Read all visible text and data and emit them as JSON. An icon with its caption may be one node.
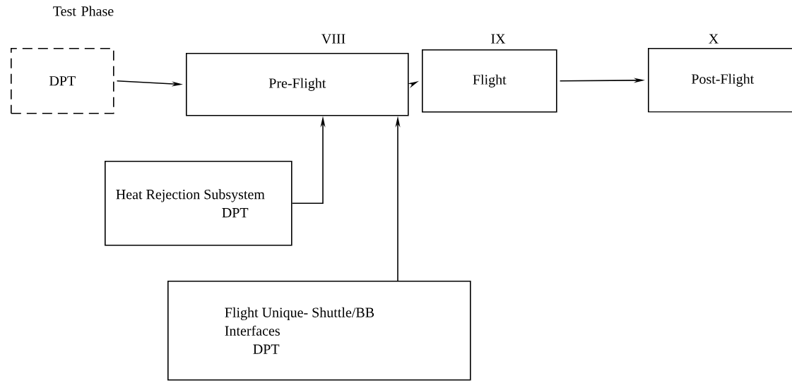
{
  "diagram": {
    "nodes": [
      {
        "text": [
          "DPT"
        ]
      },
      {
        "text": [
          "Pre-Flight"
        ]
      },
      {
        "text": [
          "Flight"
        ]
      },
      {
        "text": [
          "Post-Flight"
        ]
      },
      {
        "text": [
          "Heat Rejection Subsystem",
          "DPT"
        ]
      },
      {
        "text": [
          "Flight Unique- Shuttle/BB Interfaces",
          "DPT"
        ]
      }
    ],
    "edges": [
      {
        "from": 0,
        "to": 1,
        "arrow": "to"
      },
      {
        "from": 1,
        "to": 2,
        "arrow": "to"
      },
      {
        "from": 2,
        "to": 3,
        "arrow": "to"
      },
      {
        "from": 4,
        "to": 1,
        "arrow": "to"
      },
      {
        "from": 5,
        "to": 1,
        "arrow": "to"
      }
    ],
    "labels": [
      "Test Phase",
      "VIII",
      "IX",
      "X"
    ]
  }
}
